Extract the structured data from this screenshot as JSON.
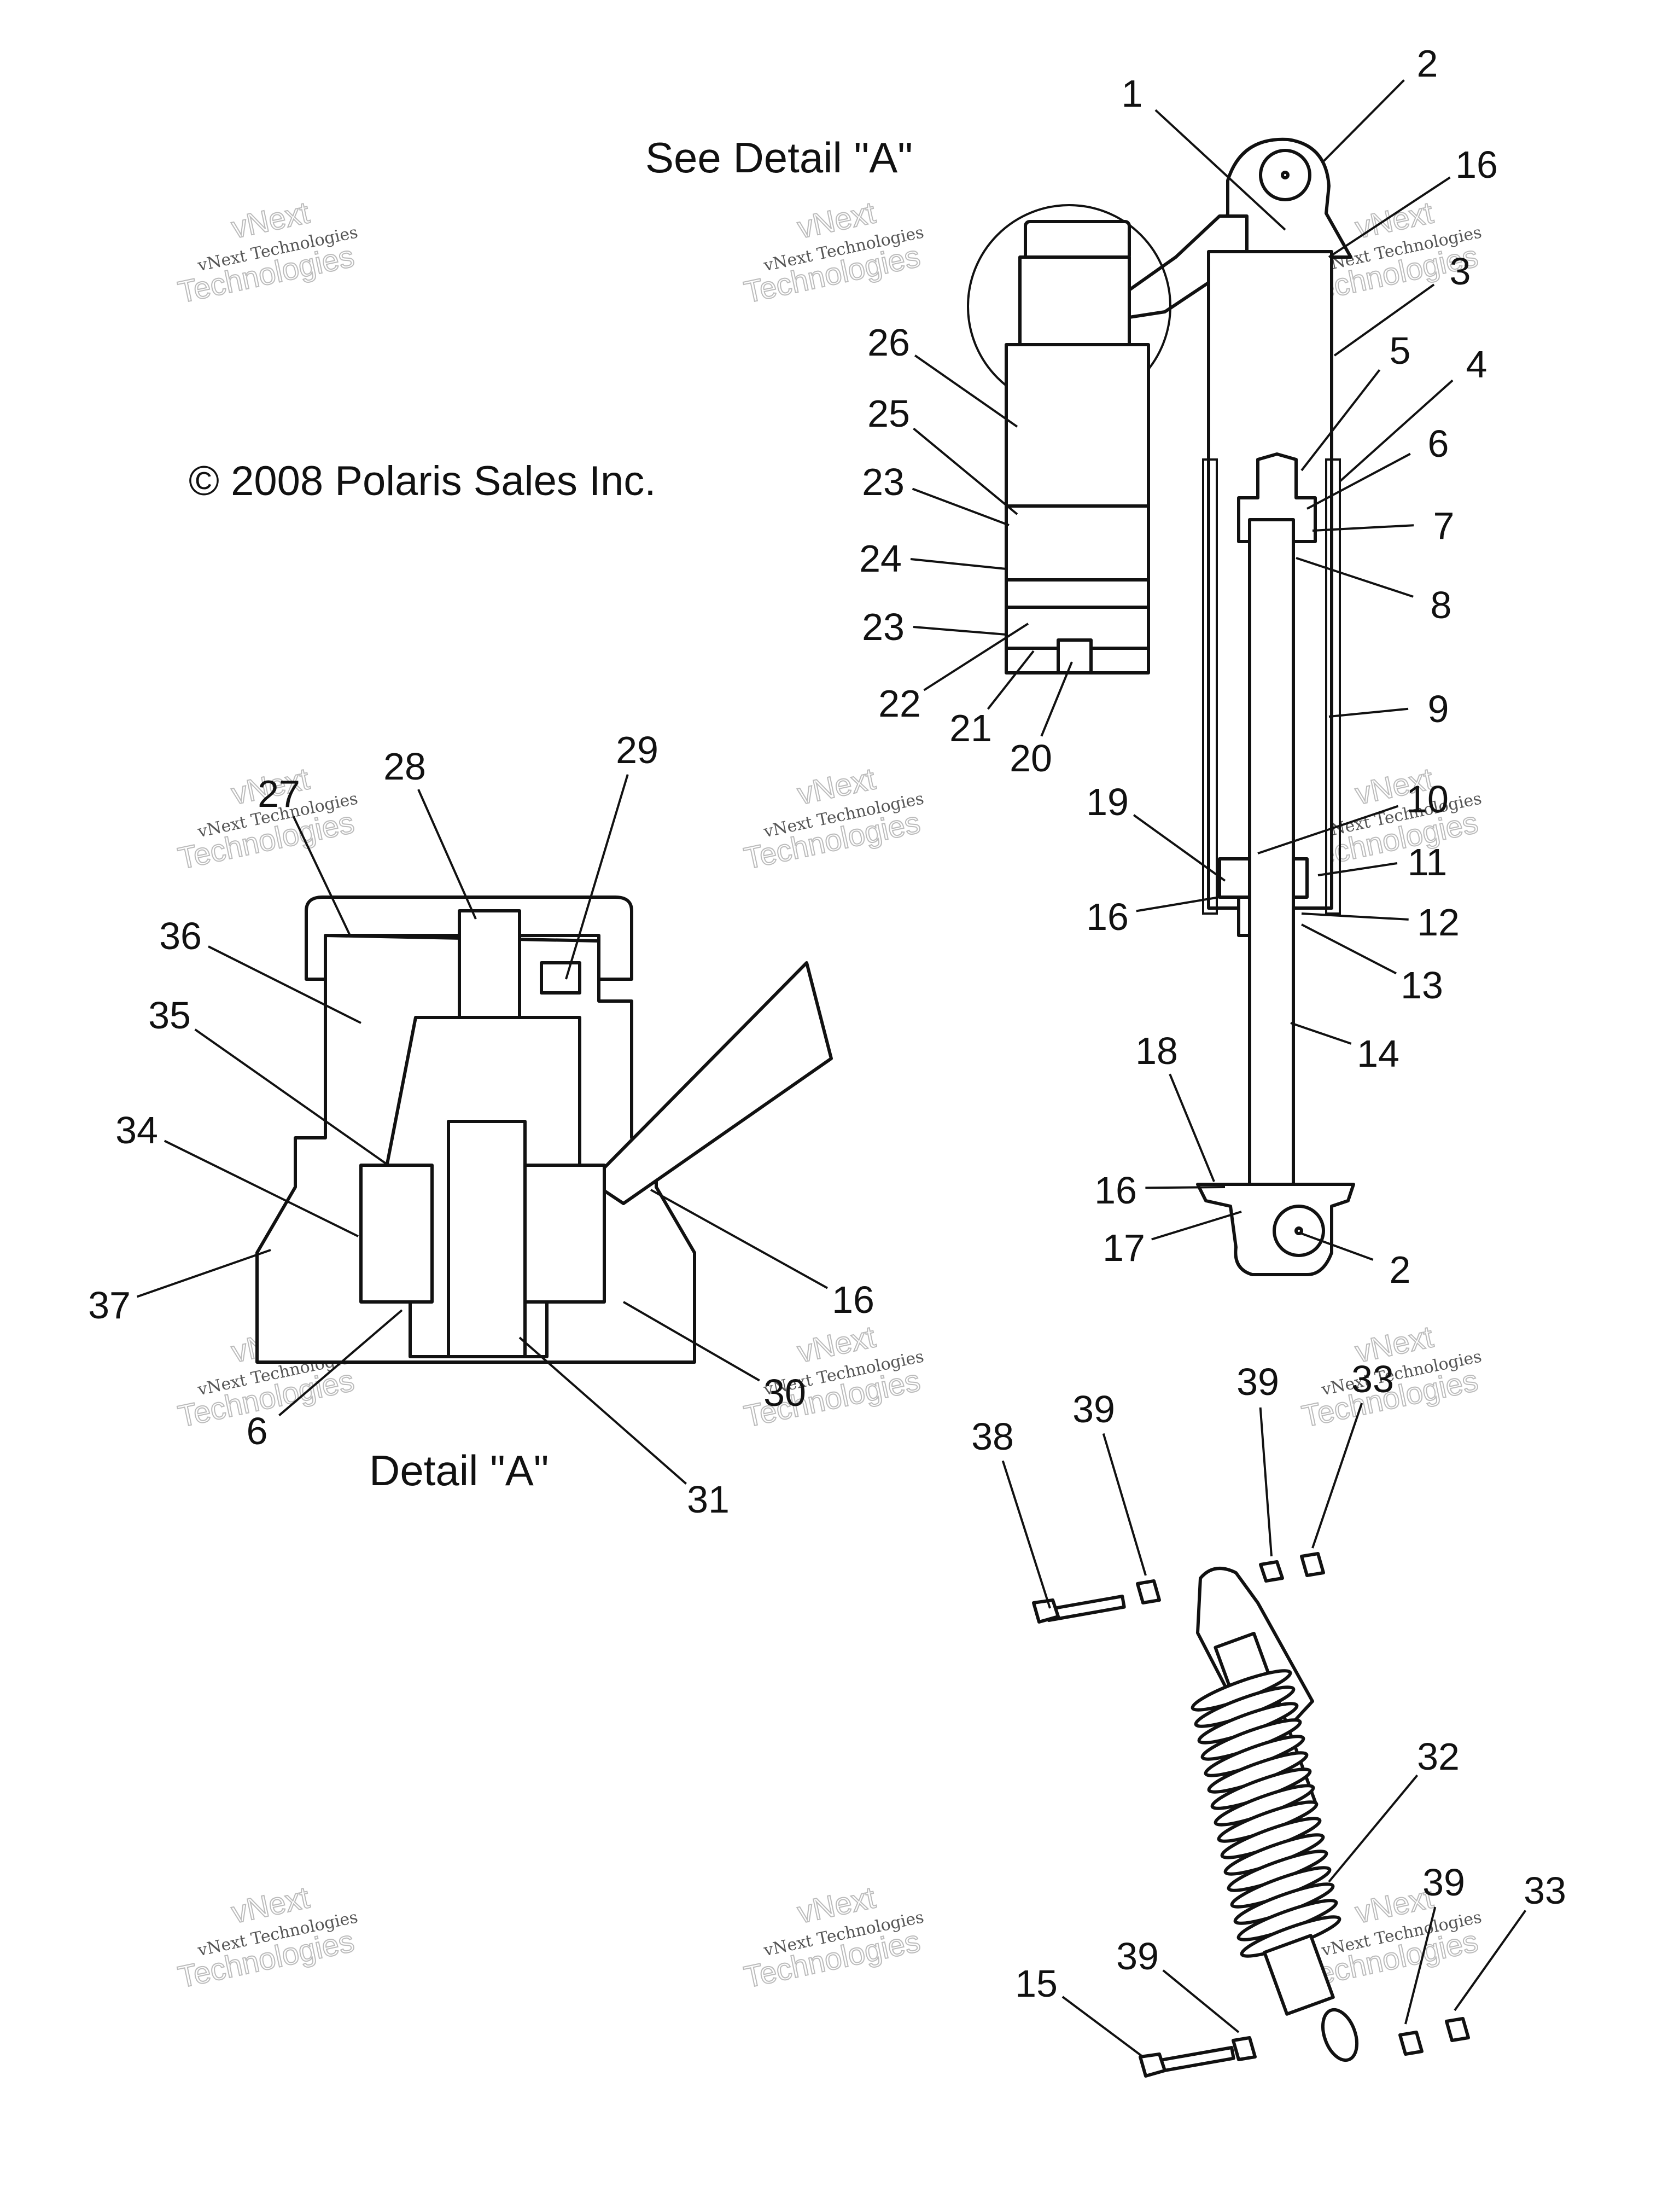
{
  "labels": {
    "see_detail": "See Detail \"A\"",
    "detail": "Detail \"A\"",
    "copyright": "© 2008 Polaris Sales Inc."
  },
  "watermark": {
    "line1": "vNext Technologies",
    "line2": "Technologies",
    "line3": "vNext"
  },
  "callouts": [
    "1",
    "2",
    "16",
    "3",
    "5",
    "4",
    "6",
    "7",
    "8",
    "9",
    "10",
    "11",
    "12",
    "13",
    "14",
    "18",
    "16",
    "17",
    "2",
    "19",
    "16",
    "26",
    "25",
    "23",
    "24",
    "23",
    "22",
    "21",
    "20",
    "27",
    "28",
    "29",
    "36",
    "35",
    "34",
    "37",
    "16",
    "30",
    "6",
    "31",
    "38",
    "39",
    "39",
    "33",
    "32",
    "39",
    "33",
    "15",
    "39"
  ]
}
